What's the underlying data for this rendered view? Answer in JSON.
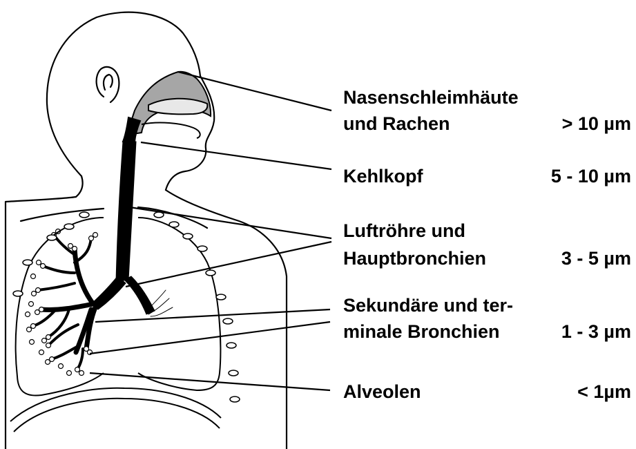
{
  "colors": {
    "ink": "#000000",
    "background": "#ffffff",
    "nasal_fill": "#a6a6a6",
    "alveoli_fill": "#ffffff"
  },
  "regions": [
    {
      "name_lines": [
        "Nasenschleimhäute",
        "und Rachen"
      ],
      "size": "> 10 µm"
    },
    {
      "name_lines": [
        "Kehlkopf"
      ],
      "size": "5 - 10 µm"
    },
    {
      "name_lines": [
        "Luftröhre und",
        "Hauptbronchien"
      ],
      "size": "3 - 5 µm"
    },
    {
      "name_lines": [
        "Sekundäre und ter-",
        "minale Bronchien"
      ],
      "size": "1 - 3 µm"
    },
    {
      "name_lines": [
        "Alveolen"
      ],
      "size": "< 1µm"
    }
  ]
}
